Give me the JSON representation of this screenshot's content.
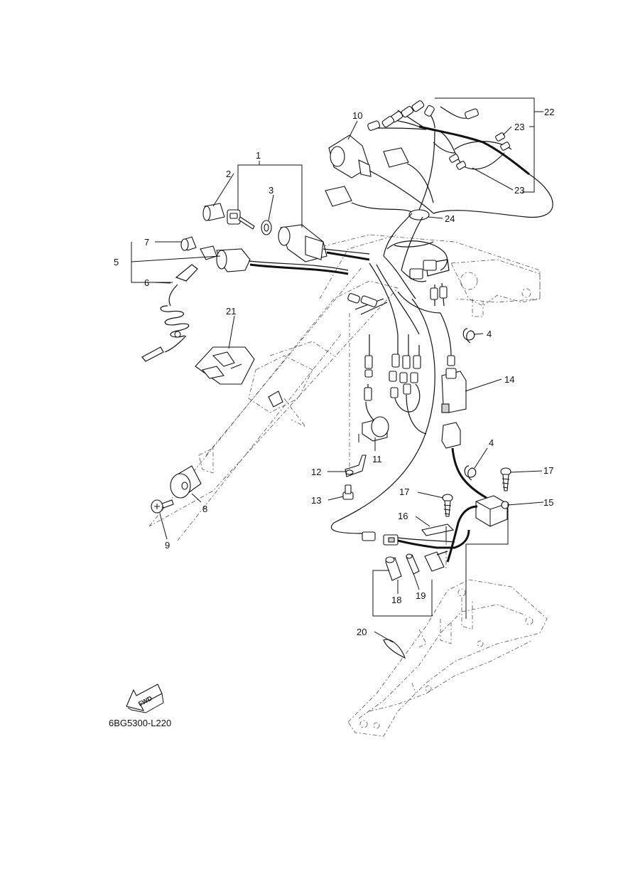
{
  "diagram_code": "6BG5300-L220",
  "fwd_label": "FWD",
  "callouts": {
    "p1": "1",
    "p2": "2",
    "p3": "3",
    "p4a": "4",
    "p4b": "4",
    "p5": "5",
    "p6": "6",
    "p7": "7",
    "p8": "8",
    "p9": "9",
    "p10": "10",
    "p11": "11",
    "p12": "12",
    "p13": "13",
    "p14": "14",
    "p15": "15",
    "p16": "16",
    "p17a": "17",
    "p17b": "17",
    "p18": "18",
    "p19": "19",
    "p20": "20",
    "p21": "21",
    "p22": "22",
    "p23a": "23",
    "p23b": "23",
    "p24": "24"
  }
}
